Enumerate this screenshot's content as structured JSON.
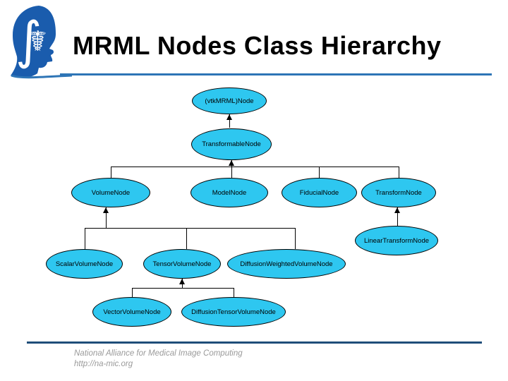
{
  "slide": {
    "title": "MRML Nodes Class Hierarchy",
    "footer": {
      "org": "National Alliance for Medical Image Computing",
      "url": "http://na-mic.org"
    }
  },
  "logo": {
    "name": "na-mic-head-logo",
    "integral_glyph": "∫",
    "caduceus_glyph": "☤"
  },
  "colors": {
    "node_fill": "#2EC7F0",
    "node_border": "#000000",
    "header_line": "#2E75B6",
    "footer_line": "#1F4E79",
    "logo_blue": "#1A5CAD",
    "title_text": "#000000",
    "footer_text": "#9A9A9A"
  },
  "diagram": {
    "type": "class-hierarchy-tree",
    "nodes": [
      {
        "id": "vtkmrml",
        "label": "(vtkMRML)Node",
        "parent": null
      },
      {
        "id": "transformable",
        "label": "TransformableNode",
        "parent": "vtkmrml"
      },
      {
        "id": "volume",
        "label": "VolumeNode",
        "parent": "transformable"
      },
      {
        "id": "model",
        "label": "ModelNode",
        "parent": "transformable"
      },
      {
        "id": "fiducial",
        "label": "FiducialNode",
        "parent": "transformable"
      },
      {
        "id": "transform",
        "label": "TransformNode",
        "parent": "transformable"
      },
      {
        "id": "lineartransform",
        "label": "LinearTransformNode",
        "parent": "transform"
      },
      {
        "id": "scalarvolume",
        "label": "ScalarVolumeNode",
        "parent": "volume"
      },
      {
        "id": "tensorvolume",
        "label": "TensorVolumeNode",
        "parent": "volume"
      },
      {
        "id": "diffusionweighted",
        "label": "DiffusionWeightedVolumeNode",
        "parent": "volume"
      },
      {
        "id": "vectorvolume",
        "label": "VectorVolumeNode",
        "parent": "tensorvolume"
      },
      {
        "id": "diffusiontensor",
        "label": "DiffusionTensorVolumeNode",
        "parent": "tensorvolume"
      }
    ]
  }
}
